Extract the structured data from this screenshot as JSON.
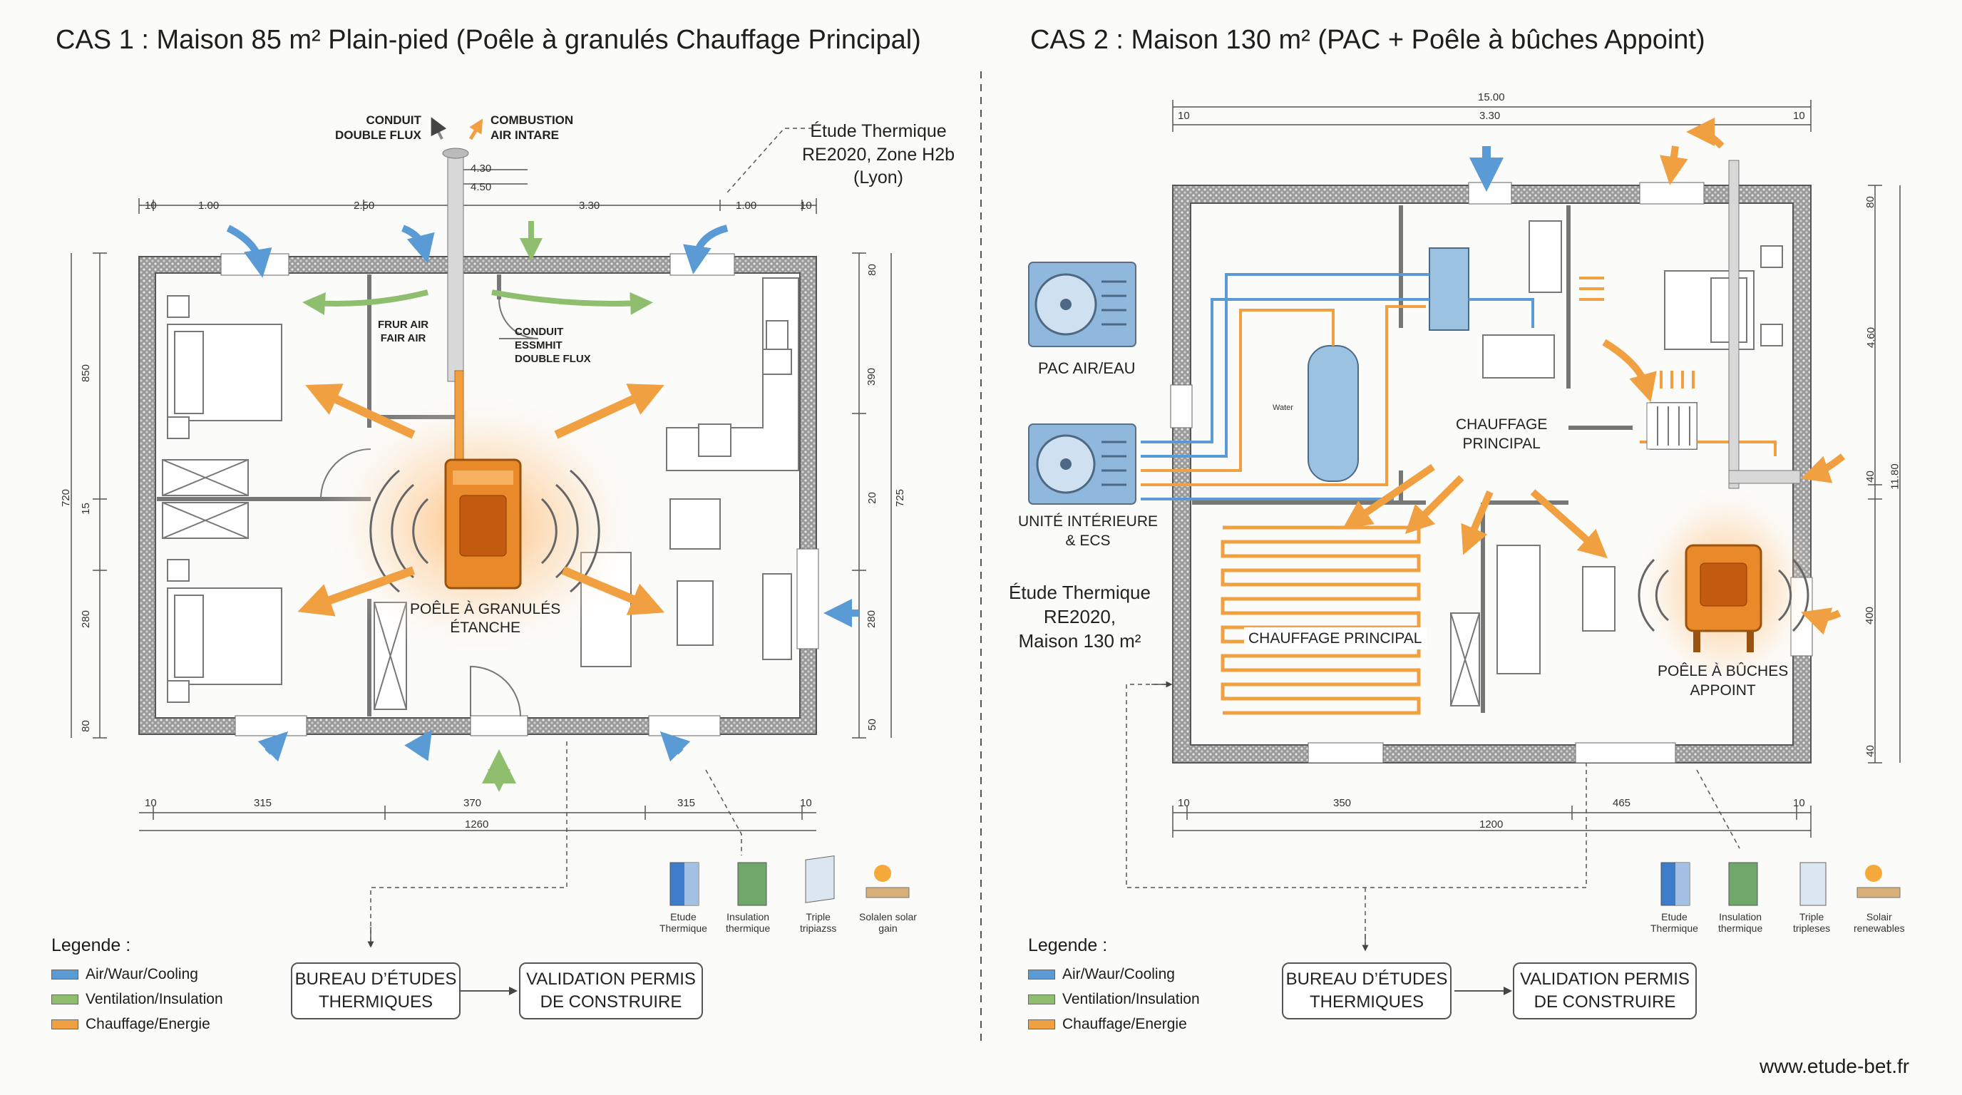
{
  "case1": {
    "title": "CAS 1 : Maison 85 m² Plain-pied (Poêle à granulés Chauffage Principal)",
    "labels": {
      "conduit_double_flux": "CONDUIT\nDOUBLE FLUX",
      "combustion_air": "COMBUSTION\nAIR INTARE",
      "etude": "Étude Thermique\nRE2020, Zone H2b\n(Lyon)",
      "frur_air": "FRUR AIR\nFAIR AIR",
      "conduit_essmhit": "CONDUIT\nESSMHIT\nDOUBLE FLUX",
      "poele": "POÊLE À GRANULÉS\nÉTANCHE"
    },
    "dims_top": [
      "10",
      "1.00",
      "2.50",
      "3.30",
      "1.00",
      "10"
    ],
    "dims_chimney": [
      "4.30",
      "4.50"
    ],
    "dims_bottom": [
      "10",
      "315",
      "370",
      "315",
      "10"
    ],
    "dim_total_bottom": "1260",
    "dims_left": [
      "850",
      "720",
      "15",
      "280",
      "80"
    ],
    "dims_right": [
      "80",
      "390",
      "20",
      "725",
      "280",
      "50"
    ],
    "materials": [
      "Etude\nThermique",
      "Insulation\nthermique",
      "Triple\ntripiazss",
      "Solalen solar\ngain"
    ],
    "boxes": [
      "BUREAU D’ÉTUDES\nTHERMIQUES",
      "VALIDATION PERMIS\nDE CONSTRUIRE"
    ]
  },
  "case2": {
    "title": "CAS 2 : Maison 130 m² (PAC + Poêle à bûches Appoint)",
    "labels": {
      "pac": "PAC AIR/EAU",
      "unite": "UNITÉ INTÉRIEURE\n& ECS",
      "etude": "Étude Thermique\nRE2020,\nMaison 130 m²",
      "chauffage_principal_center": "CHAUFFAGE\nPRINCIPAL",
      "chauffage_principal_floor": "CHAUFFAGE PRINCIPAL",
      "poele": "POÊLE À BÛCHES\nAPPOINT",
      "water": "Water"
    },
    "dims_top": [
      "15.00",
      "3.30",
      "10",
      "10"
    ],
    "dims_bottom": [
      "10",
      "350",
      "465",
      "10"
    ],
    "dim_total_bottom": "1200",
    "dims_right": [
      "80",
      "4.60",
      "40",
      "11.80",
      "400",
      "40"
    ],
    "materials": [
      "Etude\nThermique",
      "Insulation\nthermique",
      "Triple\ntripleses",
      "Solair\nrenewables"
    ],
    "boxes": [
      "BUREAU D’ÉTUDES\nTHERMIQUES",
      "VALIDATION PERMIS\nDE CONSTRUIRE"
    ]
  },
  "legend": {
    "title": "Legende :",
    "items": [
      {
        "label": "Air/Waur/Cooling",
        "color": "#5b9bd5"
      },
      {
        "label": "Ventilation/Insulation",
        "color": "#8fbf6e"
      },
      {
        "label": "Chauffage/Energie",
        "color": "#f0a040"
      }
    ]
  },
  "footer_url": "www.etude-bet.fr",
  "colors": {
    "blue": "#5b9bd5",
    "green": "#8fbf6e",
    "orange": "#f0a040",
    "wall": "#6b6b6b"
  }
}
